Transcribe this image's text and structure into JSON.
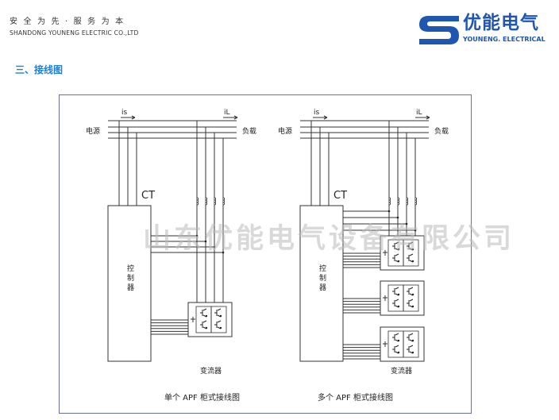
{
  "header": {
    "slogan": "安全为先·服务为本",
    "company": "SHANDONG YOUNENG ELECTRIC CO.,LTD",
    "brand_cn": "优能电气",
    "brand_en": "YOUNENG. ELECTRICAL",
    "brand_color": "#1e56b0"
  },
  "section_title": "三、接线图",
  "watermark": "山东优能电气设备有限公司",
  "diagrams": [
    {
      "source": "电源",
      "load": "负载",
      "is": "is",
      "il": "iL",
      "ct": "CT",
      "controller": "控制器",
      "converter": "变流器",
      "caption": "单个 APF 柜式接线图",
      "converter_count": 1
    },
    {
      "source": "电源",
      "load": "负载",
      "is": "is",
      "il": "iL",
      "ct": "CT",
      "controller": "控制器",
      "converter": "变流器",
      "caption": "多个 APF 柜式接线图",
      "converter_count": 3
    }
  ]
}
